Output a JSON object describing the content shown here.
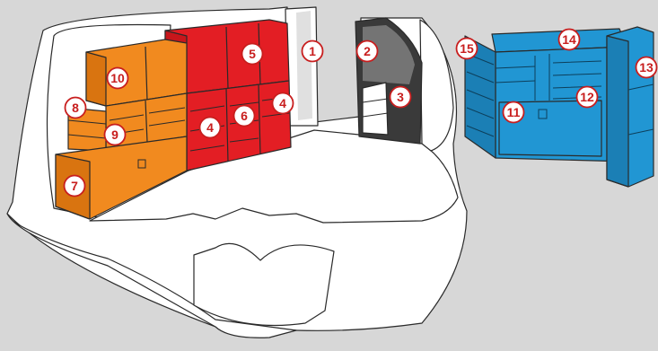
{
  "colors": {
    "background": "#d7d7d7",
    "van_interior": "#ffffff",
    "orange_units": "#f18a1f",
    "red_units": "#e31e24",
    "blue_units": "#2196d3",
    "partition": "#3a3a3a",
    "badge_fill": "#ffffff",
    "badge_text": "#c81e1e"
  },
  "callouts": [
    {
      "number": "1",
      "component": "red-shelf-end-panel"
    },
    {
      "number": "2",
      "component": "bulkhead-partition"
    },
    {
      "number": "3",
      "component": "partition-storage-pockets"
    },
    {
      "number": "4",
      "component": "red-drawer-unit"
    },
    {
      "number": "4",
      "component": "red-drawer-unit"
    },
    {
      "number": "5",
      "component": "red-upper-cabinets"
    },
    {
      "number": "6",
      "component": "red-drawer-unit-middle"
    },
    {
      "number": "7",
      "component": "orange-bottom-locker"
    },
    {
      "number": "8",
      "component": "orange-side-bin-unit"
    },
    {
      "number": "9",
      "component": "orange-drawer-unit"
    },
    {
      "number": "10",
      "component": "orange-upper-cabinets"
    },
    {
      "number": "11",
      "component": "blue-bottom-locker"
    },
    {
      "number": "12",
      "component": "blue-drawer-unit"
    },
    {
      "number": "13",
      "component": "blue-end-panel"
    },
    {
      "number": "14",
      "component": "blue-top-work-surface"
    },
    {
      "number": "15",
      "component": "blue-side-drawer-stack"
    }
  ]
}
